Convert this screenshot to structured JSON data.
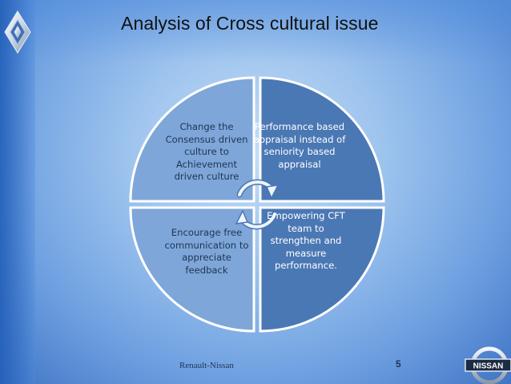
{
  "slide": {
    "title": "Analysis of Cross cultural issue",
    "footer": "Renault-Nissan",
    "page_number": "5"
  },
  "diagram": {
    "quadrants": [
      {
        "text": "Change the Consensus driven culture to Achievement driven culture"
      },
      {
        "text": "Performance based appraisal instead of seniority based appraisal"
      },
      {
        "text": "Encourage free communication to appreciate feedback"
      },
      {
        "text": "Empowering CFT team to strengthen and measure performance."
      }
    ]
  },
  "colors": {
    "quadrant_fill": "#4a78b4",
    "quadrant_stroke": "#ffffff",
    "cycle_arrow": "#eef4fb"
  },
  "logos": {
    "top_left": "renault-logo",
    "bottom_right": "nissan-logo"
  },
  "nissan_logo_text": "NISSAN"
}
